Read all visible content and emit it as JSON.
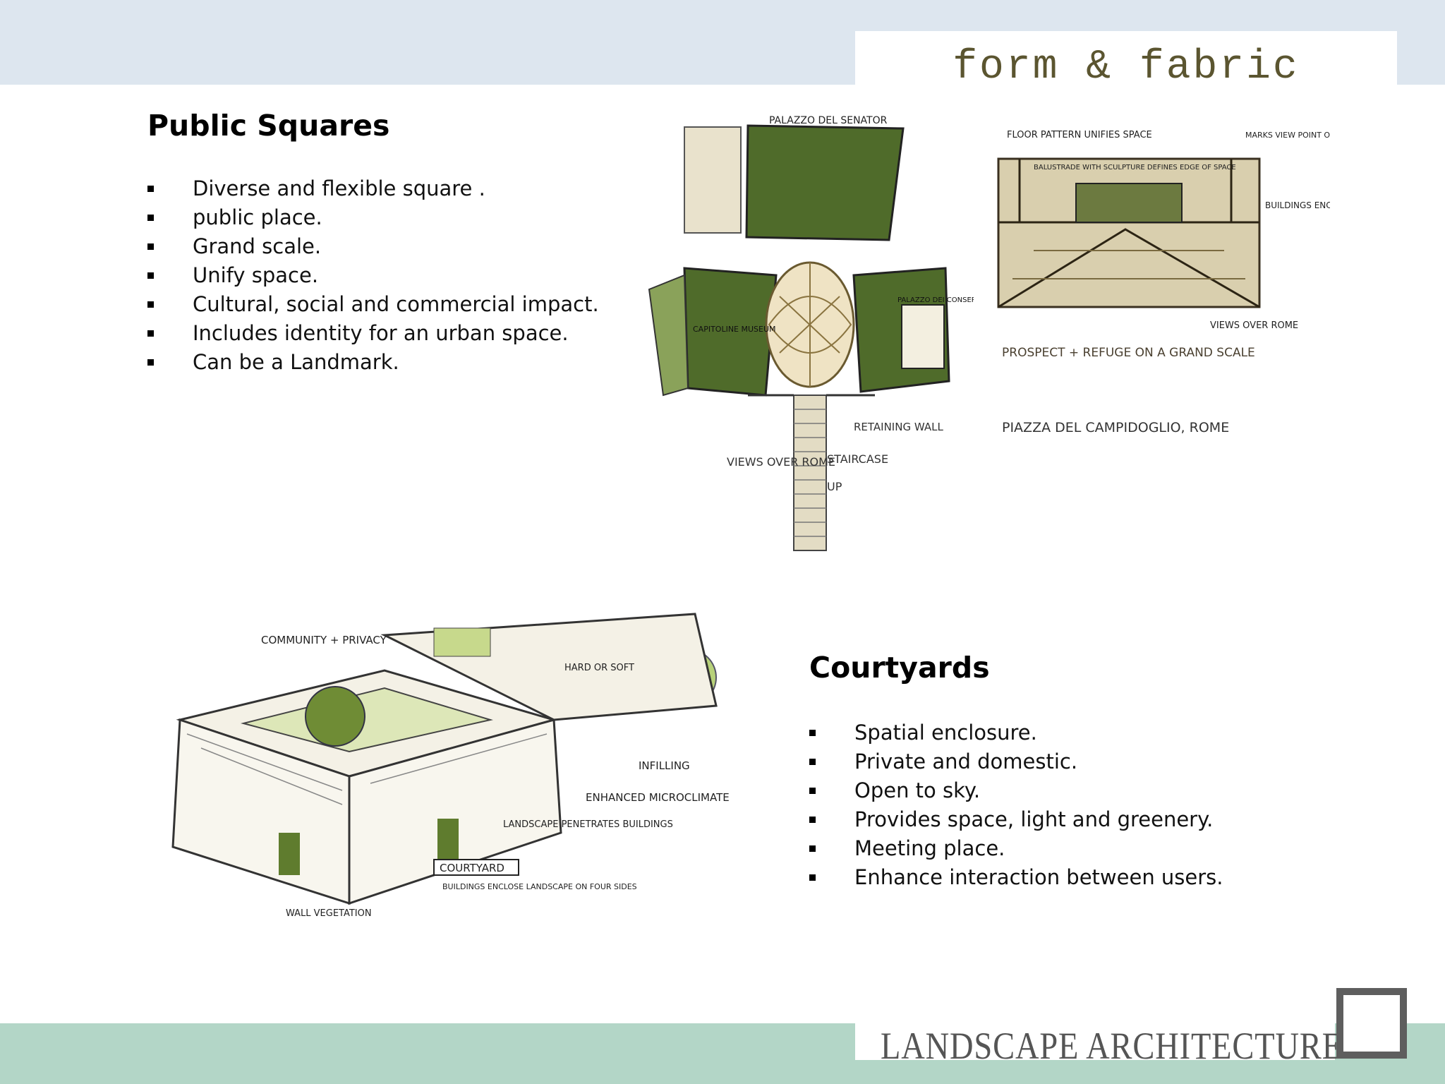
{
  "header": {
    "brand": "form & fabric"
  },
  "public_squares": {
    "title": "Public  Squares",
    "bullets": [
      "Diverse and flexible square .",
      "public place.",
      "Grand scale.",
      "Unify space.",
      "Cultural, social and commercial impact.",
      "Includes identity for an urban space.",
      "Can be a Landmark."
    ]
  },
  "courtyards": {
    "title": "Courtyards",
    "bullets": [
      "Spatial enclosure.",
      "Private and domestic.",
      "Open to sky.",
      "Provides space, light and greenery.",
      "Meeting place.",
      "Enhance interaction between users."
    ]
  },
  "plan_sketch": {
    "top_label": "PALAZZO DEL SENATOR",
    "left_building": "CAPITOLINE MUSEUM",
    "right_building": "PALAZZO DEI CONSERVATORI",
    "retaining_wall": "RETAINING WALL",
    "views": "VIEWS OVER ROME",
    "staircase": "STAIRCASE",
    "up": "UP"
  },
  "perspective_sketch": {
    "floor_note": "FLOOR PATTERN UNIFIES SPACE",
    "marks_note": "MARKS VIEW POINT ON PLAN",
    "balustrade": "BALUSTRADE WITH SCULPTURE DEFINES EDGE OF SPACE",
    "buildings": "BUILDINGS ENCLOSE + FRAME",
    "views": "VIEWS OVER ROME",
    "prospect": "PROSPECT + REFUGE ON A GRAND SCALE",
    "caption": "PIAZZA DEL CAMPIDOGLIO, ROME"
  },
  "courtyard_sketch": {
    "community": "COMMUNITY + PRIVACY",
    "hard_soft": "HARD OR SOFT",
    "infilling": "INFILLING",
    "microclimate": "ENHANCED MICROCLIMATE",
    "landscape": "LANDSCAPE PENETRATES BUILDINGS",
    "courtyard": "COURTYARD",
    "enclose": "BUILDINGS ENCLOSE LANDSCAPE ON FOUR SIDES",
    "wall_veg": "WALL VEGETATION"
  },
  "footer": {
    "text": "LANDSCAPE ARCHITECTURE"
  },
  "colors": {
    "top_band": "#dde6ef",
    "bottom_band": "#b3d6c7",
    "brand_text": "#5b5530",
    "sketch_green": "#4f6b2a"
  }
}
